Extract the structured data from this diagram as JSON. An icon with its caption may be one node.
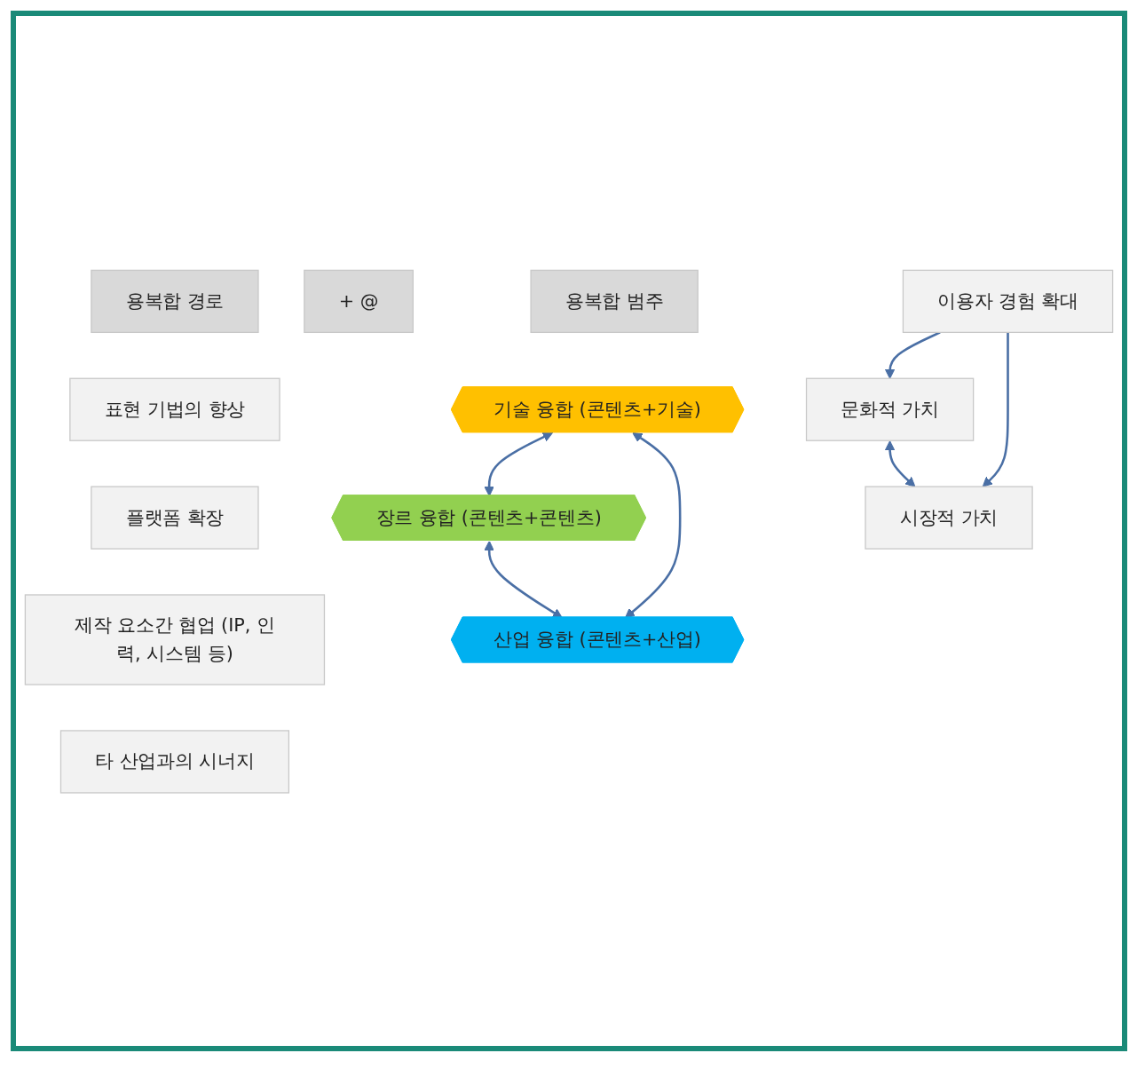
{
  "diagram": {
    "nodes": [
      {
        "text": [
          "용복합 경로"
        ]
      },
      {
        "text": [
          "용복합 범주"
        ]
      },
      {
        "text": [
          "+ @"
        ]
      },
      {
        "text": [
          "표현 기법의 향상"
        ]
      },
      {
        "text": [
          "플랫폼 확장"
        ]
      },
      {
        "text": [
          "제작 요소간 협업 (IP, 인력, 시스템 등)"
        ]
      },
      {
        "text": [
          "타 산업과의 시너지"
        ]
      },
      {
        "text": [
          "기술 융합 (콘텐츠+기술)"
        ]
      },
      {
        "text": [
          "장르 융합 (콘텐츠+콘텐츠)"
        ]
      },
      {
        "text": [
          "산업 융합 (콘텐츠+산업)"
        ]
      },
      {
        "text": [
          "문화적 가치"
        ]
      },
      {
        "text": [
          "이용자 경험 확대"
        ]
      },
      {
        "text": [
          "시장적 가치"
        ]
      }
    ],
    "edges": [
      {
        "from": 7,
        "to": 8,
        "arrow": "both"
      },
      {
        "from": 7,
        "to": 9,
        "arrow": "both"
      },
      {
        "from": 8,
        "to": 9,
        "arrow": "both"
      },
      {
        "from": 10,
        "to": 12,
        "arrow": "both"
      },
      {
        "from": 11,
        "to": 10,
        "arrow": "to"
      },
      {
        "from": 11,
        "to": 12,
        "arrow": "to"
      }
    ]
  }
}
